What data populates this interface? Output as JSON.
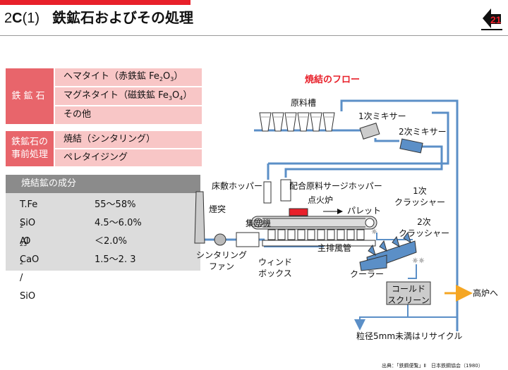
{
  "header": {
    "section_num": "2",
    "section_letter": "C",
    "section_paren": "(1)",
    "title": "鉄鉱石およびその処理"
  },
  "ore": {
    "label": "鉄鉱石",
    "items": [
      {
        "text": "ヘマタイト（赤鉄鉱 Fe",
        "s1": "2",
        "mid": "O",
        "s2": "3",
        "end": "）"
      },
      {
        "text": "マグネタイト（磁鉄鉱 Fe",
        "s1": "3",
        "mid": "O",
        "s2": "4",
        "end": "）"
      },
      {
        "text": "その他"
      }
    ]
  },
  "pretreat": {
    "label_line1": "鉄鉱石の",
    "label_line2": "事前処理",
    "items": [
      "焼結（シンタリング）",
      "ペレタイジング"
    ]
  },
  "composition": {
    "title": "焼結鉱の成分",
    "rows": [
      {
        "name": "T.Fe",
        "value": "55～58%"
      },
      {
        "name": "SiO",
        "sub": "2",
        "value": "4.5～6.0%"
      },
      {
        "name": "Al",
        "sub": "2",
        "name2": "O",
        "sub2": "3",
        "value": "＜2.0%"
      },
      {
        "name": "CaO / SiO",
        "sub": "2",
        "value": "1.5～2. 3"
      }
    ]
  },
  "flow": {
    "title": "焼結のフロー",
    "raw_tank": "原料槽",
    "mixer1": "1次ミキサー",
    "mixer2": "2次ミキサー",
    "hearth_hopper": "床敷ホッパー",
    "surge_hopper": "配合原料サージホッパー",
    "igniter": "点火炉",
    "pallet": "パレット",
    "chimney": "煙突",
    "dust": "集塵機",
    "crusher1_l1": "1次",
    "crusher1_l2": "クラッシャー",
    "crusher2_l1": "2次",
    "crusher2_l2": "クラッシャー",
    "fan_l1": "シンタリング",
    "fan_l2": "ファン",
    "windbox_l1": "ウィンド",
    "windbox_l2": "ボックス",
    "main_duct": "主排風管",
    "cooler": "クーラー",
    "screen_l1": "コールド",
    "screen_l2": "スクリーン",
    "to_furnace": "高炉へ",
    "recycle": "粒径5mm未満はリサイクル"
  },
  "source": "出典：「鉄鋼便覧」Ⅱ　日本鉄鋼協会（1980）",
  "colors": {
    "accent": "#e8202a",
    "flow": "#5b8fc7",
    "pink": "#f8c6c6",
    "label": "#e8656b",
    "orange": "#f5a623"
  }
}
